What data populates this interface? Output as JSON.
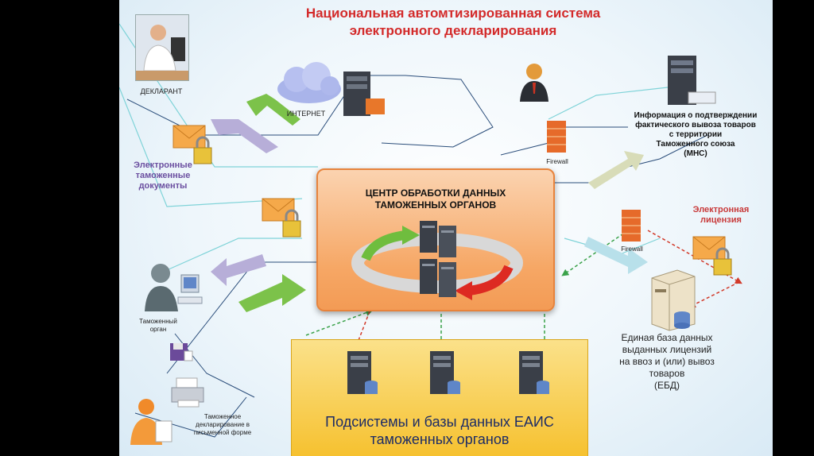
{
  "title_line1": "Национальная автомтизированная  система",
  "title_line2": "электронного декларирования",
  "declarant": "ДЕКЛАРАНТ",
  "internet": "ИНТЕРНЕТ",
  "firewall": "Firewall",
  "mns_info": [
    "Информация о подтверждении",
    "фактического вывоза товаров",
    "с территории",
    "Таможенного союза",
    "(МНС)"
  ],
  "e_docs": [
    "Электронные",
    "таможенные",
    "документы"
  ],
  "e_license": [
    "Электронная",
    "лицензия"
  ],
  "center": [
    "ЦЕНТР ОБРАБОТКИ ДАННЫХ",
    "ТАМОЖЕННЫХ ОРГАНОВ"
  ],
  "customs_body": [
    "Таможенный",
    "орган"
  ],
  "paper_decl": [
    "Таможенное",
    "декларирование в",
    "письменной форме"
  ],
  "ebd": [
    "Единая база данных",
    "выданных лицензий",
    "на ввоз и (или) вывоз",
    "товаров",
    "(ЕБД)"
  ],
  "subsystems": [
    "Подсистемы и базы данных ЕАИС",
    "таможенных органов"
  ],
  "colors": {
    "title": "#d32a2a",
    "center_box": "#f6a765",
    "bottom_box": "#f6c12f",
    "arrow_green": "#7cc24a",
    "arrow_lilac": "#b7aed8"
  }
}
